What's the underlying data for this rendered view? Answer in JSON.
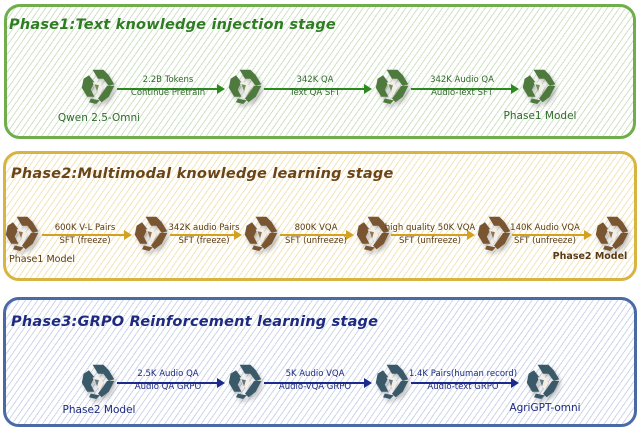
{
  "phases": [
    {
      "title": "Phase1:Text knowledge injection stage",
      "color": "#2e7d22",
      "nodes": [
        {
          "label": "Qwen 2.5-Omni"
        },
        {
          "label": ""
        },
        {
          "label": ""
        },
        {
          "label": "Phase1 Model"
        }
      ],
      "edges": [
        {
          "top": "2.2B Tokens",
          "bottom": "Continue Pretrain"
        },
        {
          "top": "342K QA",
          "bottom": "Text QA SFT"
        },
        {
          "top": "342K Audio QA",
          "bottom": "Audio-Text SFT"
        }
      ]
    },
    {
      "title": "Phase2:Multimodal knowledge learning stage",
      "color": "#6b4518",
      "nodes": [
        {
          "label": "Phase1 Model"
        },
        {
          "label": ""
        },
        {
          "label": ""
        },
        {
          "label": ""
        },
        {
          "label": ""
        },
        {
          "label": "Phase2 Model"
        }
      ],
      "edges": [
        {
          "top": "600K V-L Pairs",
          "bottom": "SFT (freeze)"
        },
        {
          "top": "342K audio Pairs",
          "bottom": "SFT (freeze)"
        },
        {
          "top": "800K VQA",
          "bottom": "SFT (unfreeze)"
        },
        {
          "top": "high quality 50K VQA",
          "bottom": "SFT (unfreeze)"
        },
        {
          "top": "140K Audio VQA",
          "bottom": "SFT (unfreeze)"
        }
      ]
    },
    {
      "title": "Phase3:GRPO Reinforcement learning stage",
      "color": "#1d2a80",
      "nodes": [
        {
          "label": "Phase2 Model"
        },
        {
          "label": ""
        },
        {
          "label": ""
        },
        {
          "label": "AgriGPT-omni"
        }
      ],
      "edges": [
        {
          "top": "2.5K Audio QA",
          "bottom": "Audio QA GRPO"
        },
        {
          "top": "5K Audio VQA",
          "bottom": "Audio-VQA GRPO"
        },
        {
          "top": "1.4K Pairs(human record)",
          "bottom": "Audio-text GRPO"
        }
      ]
    }
  ],
  "icons": {
    "node": "qwen-logo-icon"
  }
}
